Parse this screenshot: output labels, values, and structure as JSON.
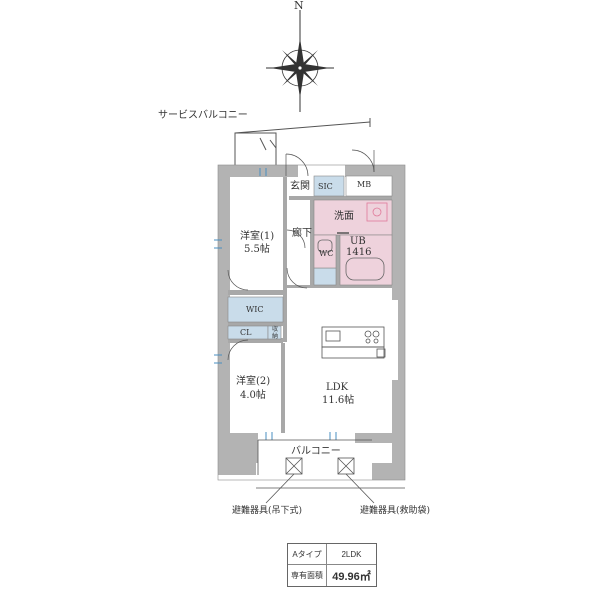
{
  "compass": {
    "north_label": "N"
  },
  "labels": {
    "service_balcony": "サービスバルコニー",
    "entrance": "玄関",
    "sic": "SIC",
    "mb": "MB",
    "washroom": "洗面",
    "corridor": "廊下",
    "ub": "UB",
    "ub_size": "1416",
    "wc": "WC",
    "bedroom1_name": "洋室(1)",
    "bedroom1_size": "5.5帖",
    "wic": "WIC",
    "cl": "CL",
    "storage": "収納",
    "bedroom2_name": "洋室(2)",
    "bedroom2_size": "4.0帖",
    "ldk_name": "LDK",
    "ldk_size": "11.6帖",
    "balcony": "バルコニー",
    "evac_left": "避難器具(吊下式)",
    "evac_right": "避難器具(救助袋)"
  },
  "legend": {
    "type": "Aタイプ",
    "layout": "2LDK",
    "area_label": "専有面積",
    "area_value": "49.96㎡"
  },
  "colors": {
    "wall": "#b3b3b3",
    "wall_edge": "#8c8c8c",
    "storage": "#c9dcea",
    "wet": "#eed2dc",
    "accent": "#e07a9a"
  }
}
